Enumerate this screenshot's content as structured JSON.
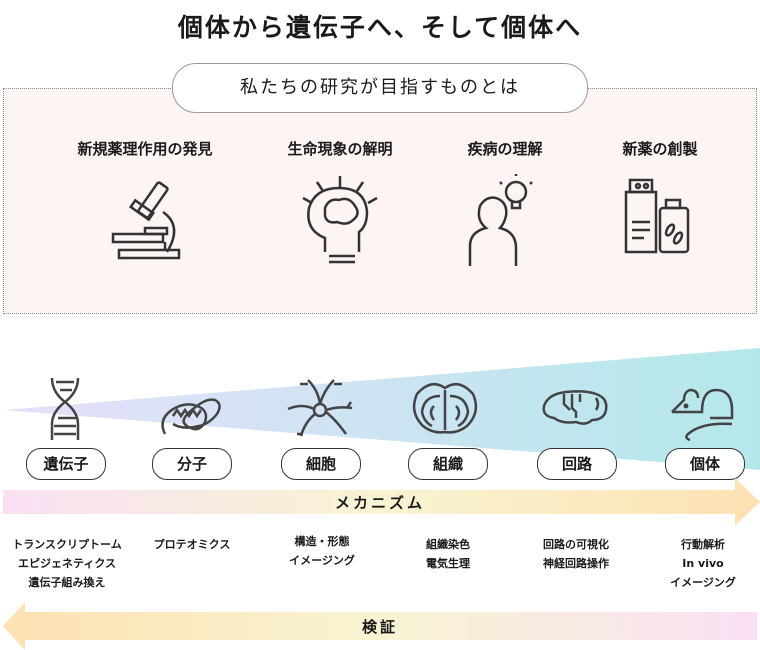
{
  "title": "個体から遺伝子へ、そして個体へ",
  "goals_heading": "私たちの研究が目指すものとは",
  "goals": [
    {
      "label": "新規薬理作用の発見",
      "icon": "microscope-icon"
    },
    {
      "label": "生命現象の解明",
      "icon": "brain-head-icon"
    },
    {
      "label": "疾病の理解",
      "icon": "person-lightbulb-icon"
    },
    {
      "label": "新薬の創製",
      "icon": "medicine-bottles-icon"
    }
  ],
  "stages": [
    {
      "label": "遺伝子",
      "icon": "dna-icon"
    },
    {
      "label": "分子",
      "icon": "protein-icon"
    },
    {
      "label": "細胞",
      "icon": "neuron-icon"
    },
    {
      "label": "組織",
      "icon": "brain-section-icon"
    },
    {
      "label": "回路",
      "icon": "brain-circuit-icon"
    },
    {
      "label": "個体",
      "icon": "mouse-icon"
    }
  ],
  "mechanism_label": "メカニズム",
  "verification_label": "検証",
  "methods": [
    [
      "トランスクリプトーム",
      "エピジェネティクス",
      "遺伝子組み換え"
    ],
    [
      "プロテオミクス"
    ],
    [
      "構造・形態",
      "イメージング"
    ],
    [
      "組織染色",
      "電気生理"
    ],
    [
      "回路の可視化",
      "神経回路操作"
    ],
    [
      "行動解析",
      "In vivo",
      "イメージング"
    ]
  ],
  "colors": {
    "box_bg": "#fdf5f3",
    "wedge_start": "#e2ddf8",
    "wedge_end": "#b4e8ea",
    "arrow_pink": "#f9e0f3",
    "arrow_yellow": "#f8f3d2",
    "arrow_orange": "#fde2b4"
  }
}
